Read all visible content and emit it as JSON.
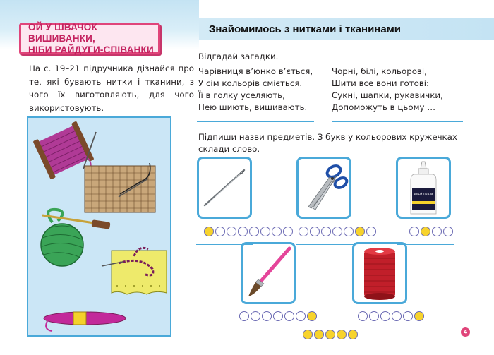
{
  "section": {
    "line1": "ОЙ У ШВАЧОК ВИШИВАНКИ,",
    "line2": "НІБИ РАЙДУГИ-СПІВАНКИ"
  },
  "title": "Знайомимось з нитками і тканинами",
  "intro": "На с. 19–21 підручника дізнайся про те, які бувають нитки і тканини, з чого їх виготовляють, для чого використовують.",
  "riddles": {
    "heading": "Відгадай загадки.",
    "riddle1": [
      "Чарівниця в’юнко в’ється,",
      "У сім кольорів сміється.",
      "Її в голку уселяють,",
      "Нею шиють, вишивають."
    ],
    "riddle2": [
      "Чорні, білі, кольорові,",
      "Шити все вони готові:",
      "Сукні, шапки, рукавички,",
      "Допоможуть в цьому …"
    ]
  },
  "task": "Підпиши назви предметів. З букв у кольорових кружечках склади слово.",
  "items": [
    {
      "icon": "needle-icon",
      "letters": [
        1,
        0,
        0,
        0,
        0,
        0,
        0,
        0
      ]
    },
    {
      "icon": "scissors-icon",
      "letters": [
        0,
        0,
        0,
        0,
        0,
        1,
        0
      ]
    },
    {
      "icon": "glue-bottle-icon",
      "letters": [
        0,
        1,
        0,
        0
      ]
    },
    {
      "icon": "brush-icon",
      "letters": [
        0,
        0,
        0,
        0,
        0,
        0,
        1
      ]
    },
    {
      "icon": "thread-spool-icon",
      "letters": [
        0,
        0,
        0,
        0,
        0,
        1
      ]
    }
  ],
  "glue_label": "КЛЕЙ ПВА-М",
  "answer_circles": [
    1,
    1,
    1,
    1,
    1
  ],
  "page_number": "4",
  "colors": {
    "accent_pink": "#e0457a",
    "accent_blue": "#4aa9d9",
    "circle_fill": "#f7d32c",
    "circle_border": "#6b6ab3"
  }
}
